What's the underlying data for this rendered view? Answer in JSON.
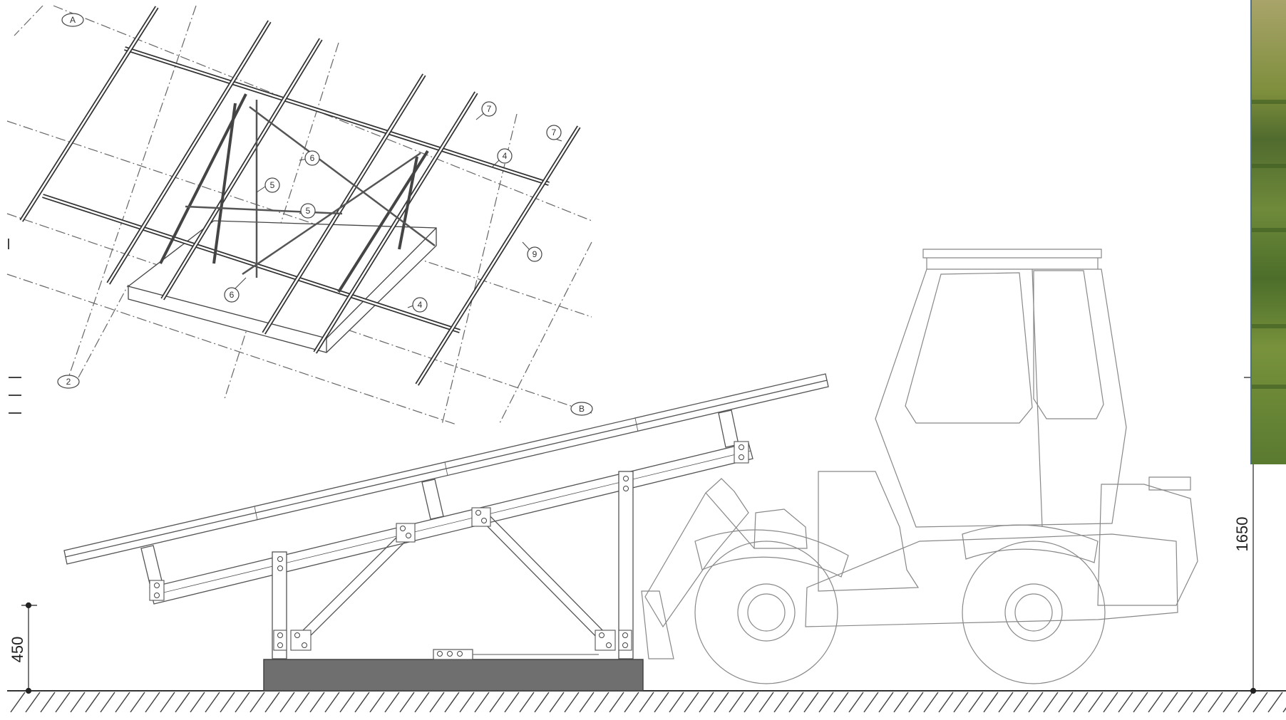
{
  "dimensions": {
    "foundation_height": "450",
    "total_height": "1650"
  },
  "iso_callouts": {
    "grid_a": "A",
    "grid_b": "B",
    "grid_2": "2",
    "part_7a": "7",
    "part_7b": "7",
    "part_6a": "6",
    "part_6b": "6",
    "part_5a": "5",
    "part_5b": "5",
    "part_4a": "4",
    "part_4b": "4",
    "part_9": "9"
  },
  "colors": {
    "line": "#555555",
    "foundation": "#6f6f6f",
    "ground_hatch": "#333333"
  }
}
